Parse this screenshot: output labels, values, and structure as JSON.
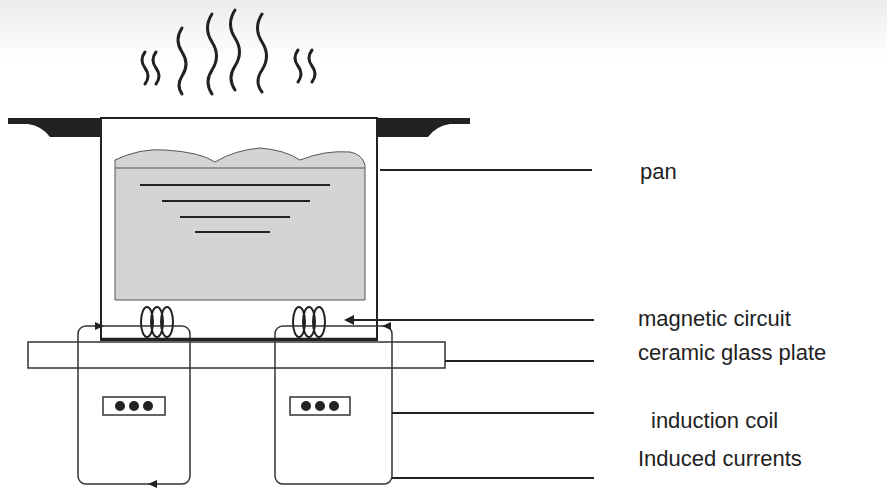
{
  "diagram": {
    "labels": [
      "pan",
      "magnetic circuit",
      "ceramic glass plate",
      "induction coil",
      "Induced currents"
    ]
  }
}
